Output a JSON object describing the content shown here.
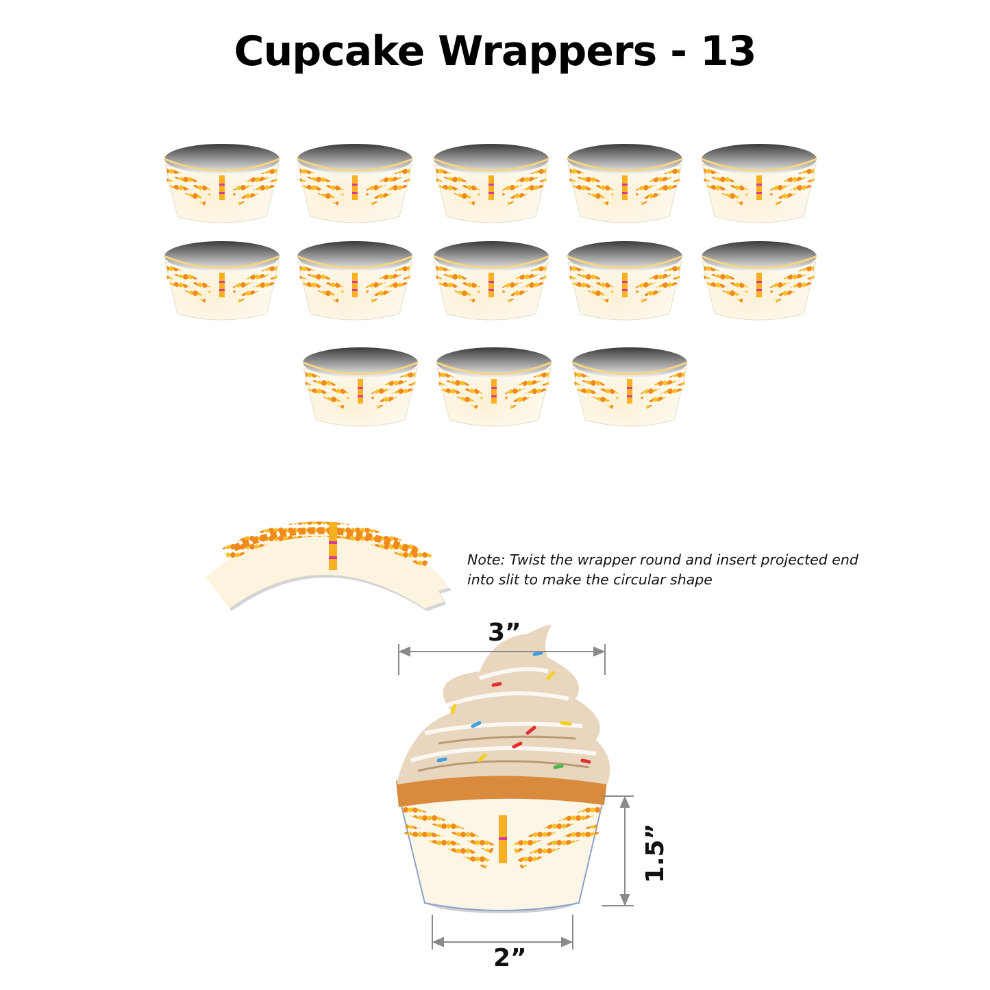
{
  "title": "Cupcake Wrappers - 13",
  "wrapper_count": 13,
  "rows": [
    5,
    5,
    3
  ],
  "note": "Note: Twist the wrapper round and insert projected end into slit to make the circular shape",
  "dimensions": {
    "top_width": "3”",
    "height": "1.5”",
    "bottom_width": "2”"
  },
  "colors": {
    "garland_orange": "#f08a1c",
    "garland_yellow": "#f7c025",
    "paper": "#fbf5e4",
    "arrow": "#8a8a8a"
  }
}
